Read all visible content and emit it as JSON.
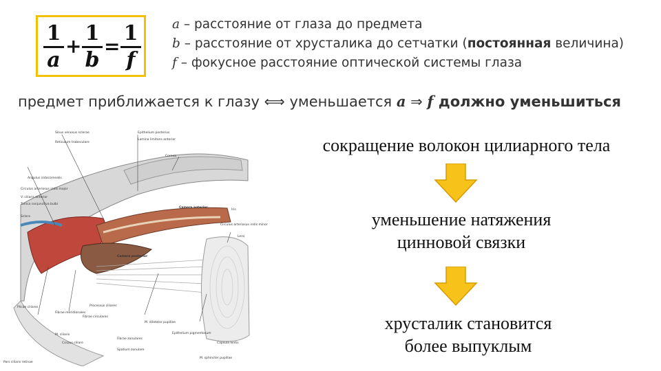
{
  "formula": {
    "one": "1",
    "plus": "+",
    "equals": "=",
    "a": "a",
    "b": "b",
    "f": "f"
  },
  "definitions": [
    {
      "var": "a",
      "text": " – расстояние от глаза до предмета",
      "bold": "",
      "tail": ""
    },
    {
      "var": "b",
      "text": " – расстояние от хрусталика до сетчатки (",
      "bold": "постоянная",
      "tail": " величина)"
    },
    {
      "var": "f",
      "text": " – фокусное расстояние оптической системы глаза",
      "bold": "",
      "tail": ""
    }
  ],
  "statement": {
    "part1": "предмет приближается к глазу ",
    "iff": "⟺",
    "part2": " уменьшается ",
    "var_a": "a",
    "implies": " ⇒ ",
    "var_f": "f",
    "conclusion": " должно уменьшиться"
  },
  "chain": {
    "step1": "сокращение волокон цилиарного тела",
    "step2_line1": "уменьшение натяжения",
    "step2_line2": "цинновой связки",
    "step3_line1": "хрусталик становится",
    "step3_line2": "более выпуклым"
  },
  "colors": {
    "accent": "#f2c200",
    "arrow_fill": "#f7c21a"
  },
  "figure": {
    "labels": [
      "Camera anterior",
      "Camera posterior",
      "Cornea",
      "Lens",
      "Sclera",
      "Iris",
      "M. ciliaris",
      "Corpus ciliare",
      "Fibrae zonulares",
      "M. dilatator pupillae",
      "M. sphincter pupillae",
      "Capsula lentis",
      "Epithelium posterius",
      "Processus ciliares",
      "Plicae ciliares",
      "Fibrae circulares",
      "Fibrae meridionales",
      "Sinus venosus sclerae",
      "Angulus iridocornealis",
      "Reticulum trabeculare",
      "Circulus arteriosus iridis major",
      "V. ciliaris anterior",
      "Tunica conjunctiva bulbi",
      "Spatium zonulare",
      "Epithelium pigmentosum",
      "Pars ciliaris retinae",
      "Circulus arteriosus iridis minor",
      "Lamina limitans anterior"
    ]
  }
}
